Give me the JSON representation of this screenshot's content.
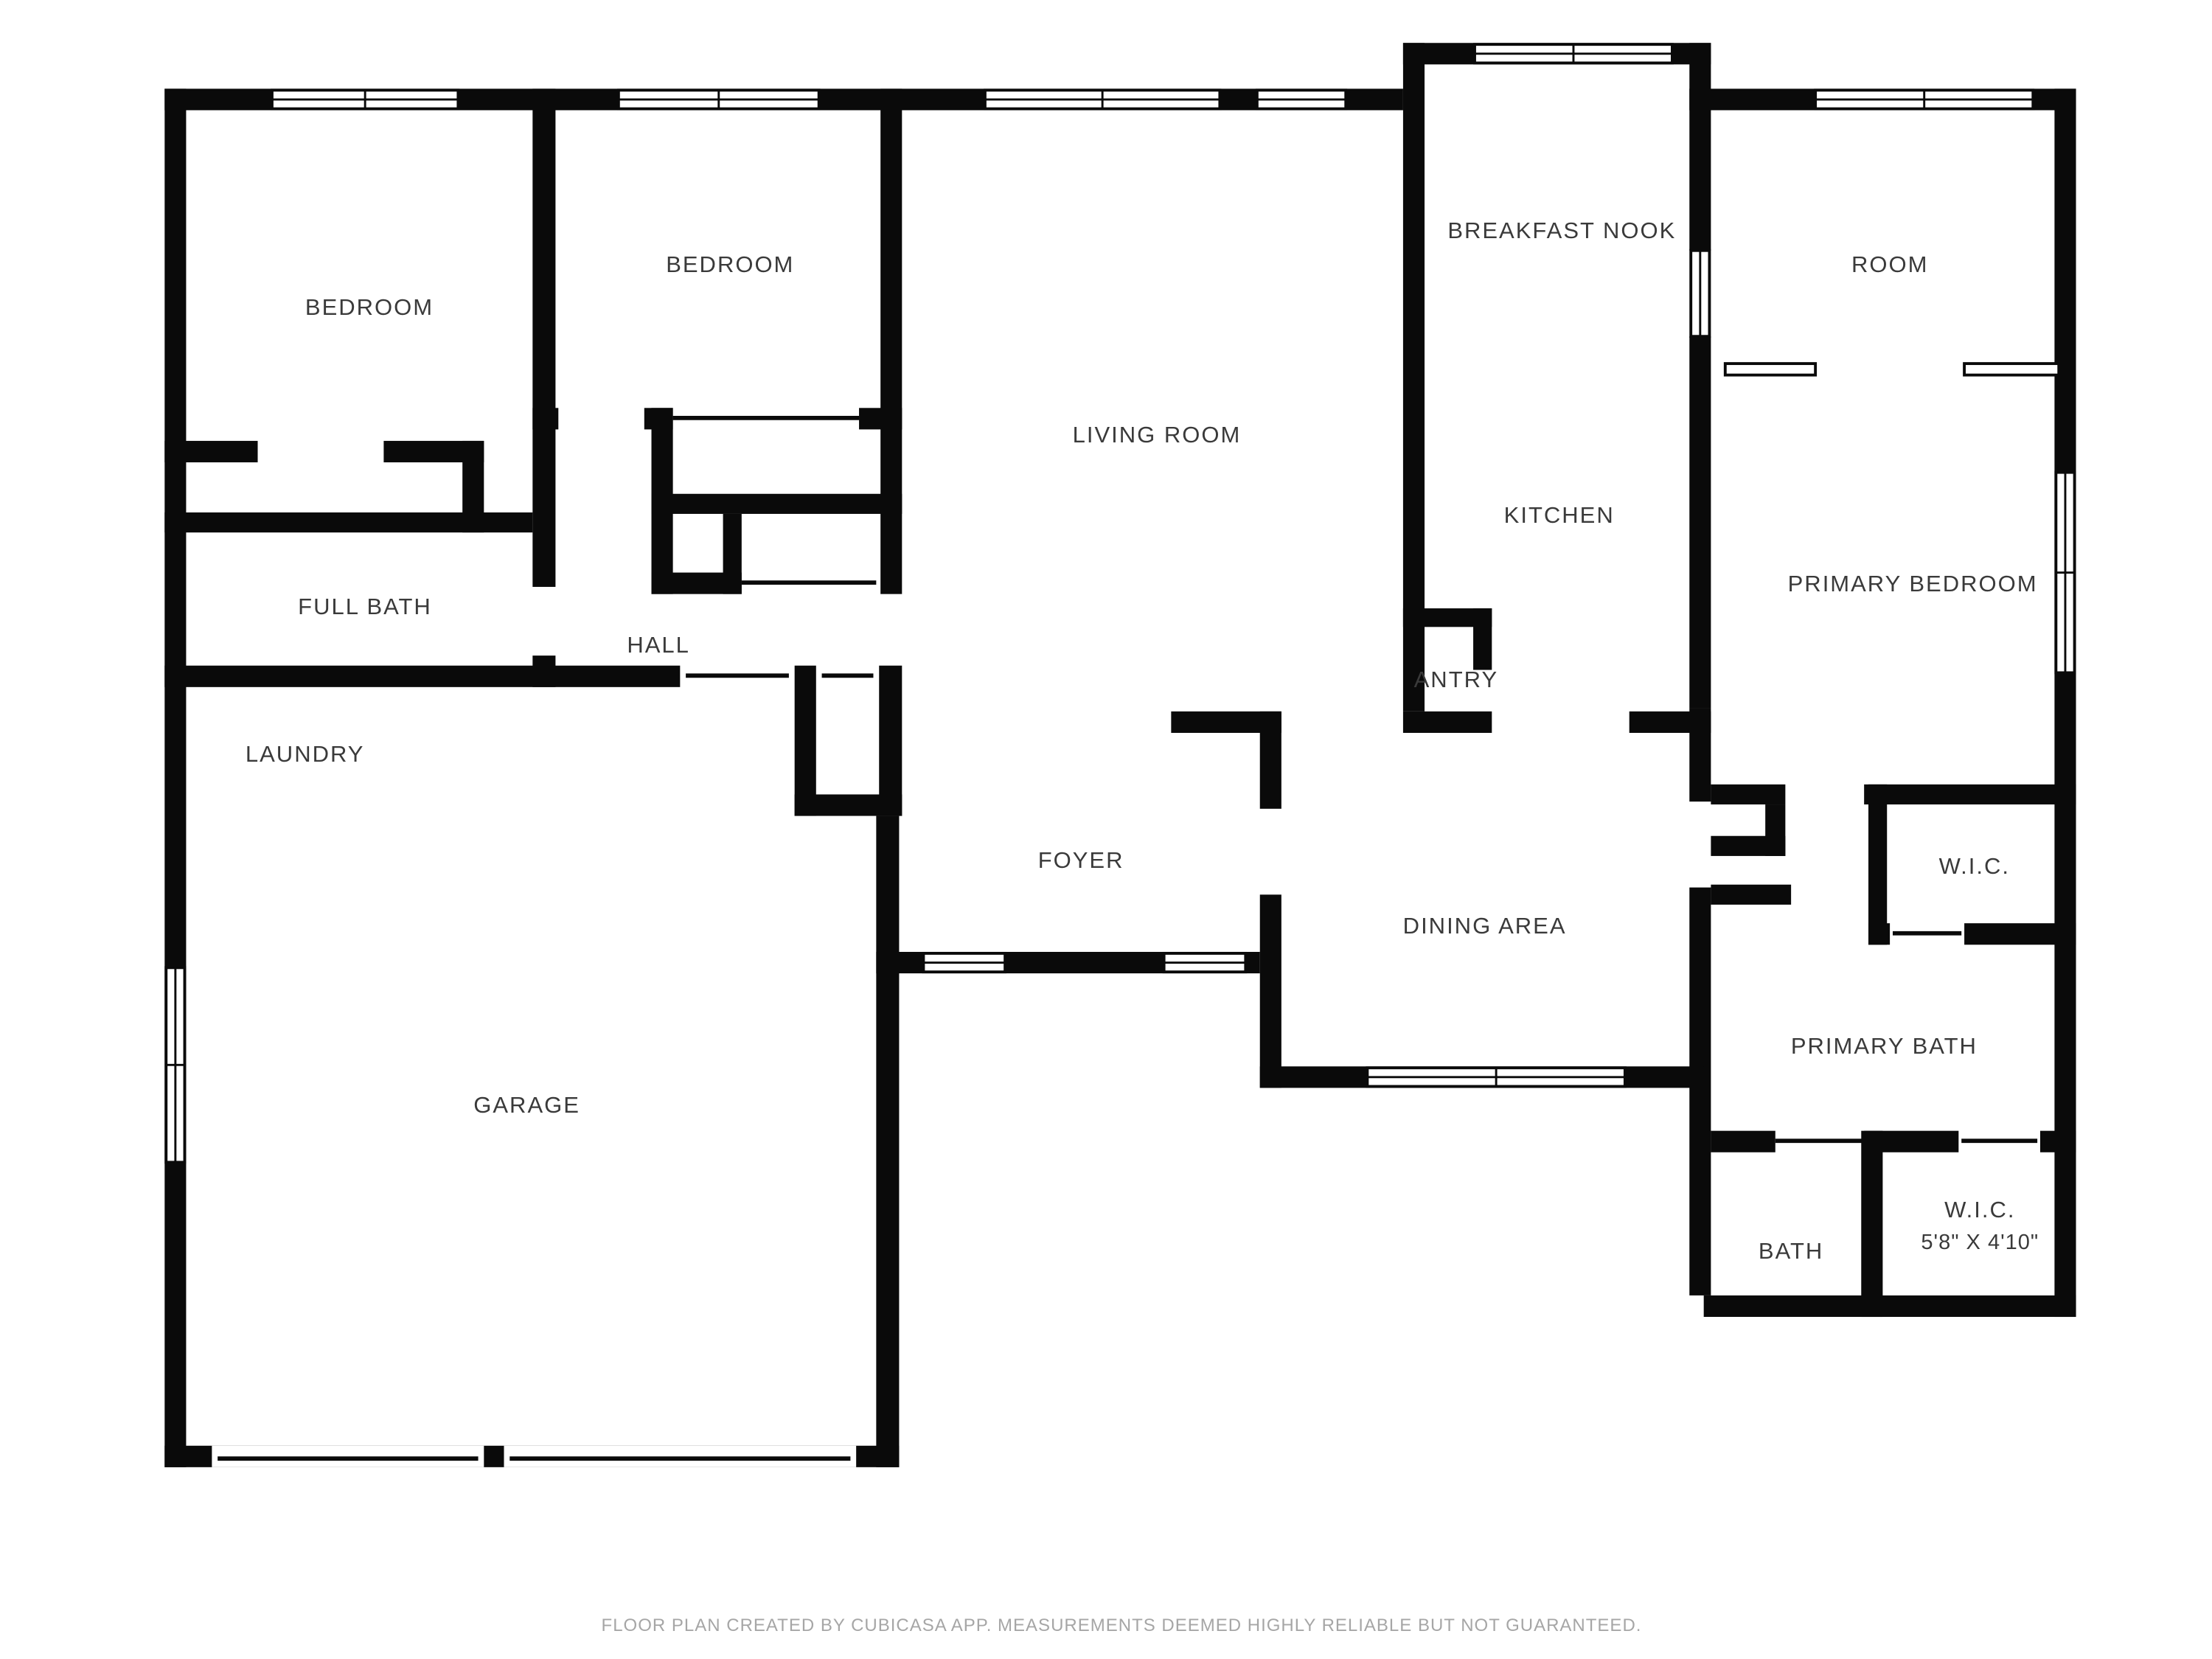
{
  "meta": {
    "wall_color": "#0a0a0a",
    "label_color": "#3a3a3a",
    "footer_color": "#a6a6a6",
    "background": "#ffffff"
  },
  "rooms": [
    {
      "id": "bedroom-1",
      "label": "BEDROOM"
    },
    {
      "id": "bedroom-2",
      "label": "BEDROOM"
    },
    {
      "id": "living-room",
      "label": "LIVING ROOM"
    },
    {
      "id": "breakfast-nook",
      "label": "BREAKFAST NOOK"
    },
    {
      "id": "room",
      "label": "ROOM"
    },
    {
      "id": "kitchen",
      "label": "KITCHEN"
    },
    {
      "id": "primary-bedroom",
      "label": "PRIMARY BEDROOM"
    },
    {
      "id": "full-bath",
      "label": "FULL BATH"
    },
    {
      "id": "hall",
      "label": "HALL"
    },
    {
      "id": "pantry",
      "label": "ANTRY"
    },
    {
      "id": "laundry",
      "label": "LAUNDRY"
    },
    {
      "id": "foyer",
      "label": "FOYER"
    },
    {
      "id": "dining-area",
      "label": "DINING AREA"
    },
    {
      "id": "wic-1",
      "label": "W.I.C."
    },
    {
      "id": "primary-bath",
      "label": "PRIMARY BATH"
    },
    {
      "id": "garage",
      "label": "GARAGE"
    },
    {
      "id": "wic-2",
      "label": "W.I.C.",
      "dims": "5'8\" X 4'10\""
    },
    {
      "id": "bath",
      "label": "BATH"
    }
  ],
  "footer": {
    "text": "FLOOR PLAN CREATED BY CUBICASA APP. MEASUREMENTS DEEMED HIGHLY RELIABLE BUT NOT GUARANTEED."
  }
}
